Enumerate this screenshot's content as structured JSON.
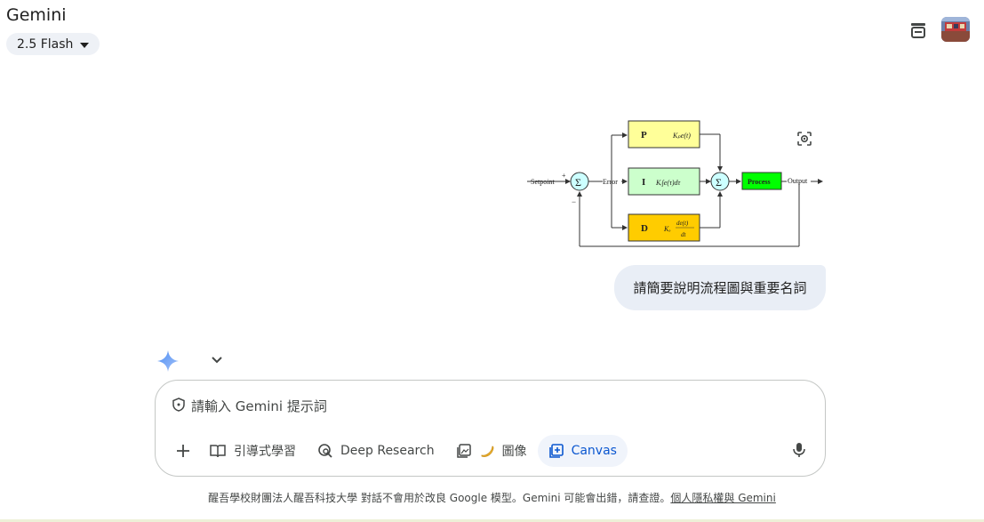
{
  "header": {
    "title": "Gemini",
    "model_label": "2.5 Flash",
    "icons": {
      "temp_chat": "temporary-chat-icon",
      "avatar": "user-avatar"
    }
  },
  "diagram": {
    "setpoint": "Setpoint",
    "plus_sign": "+",
    "minus_sign": "−",
    "sum_symbol": "Σ",
    "error": "Error",
    "p_label": "P",
    "p_formula": "Kₚe(t)",
    "i_label": "I",
    "i_formula": "Kᵢ∫e(τ)dτ",
    "d_label": "D",
    "d_formula_k": "Kₔ",
    "d_formula_num": "de(t)",
    "d_formula_den": "dt",
    "process": "Process",
    "output": "Output",
    "colors": {
      "p": "#ffff99",
      "i": "#ccffcc",
      "d": "#ffcc00",
      "process": "#00ff00",
      "sum": "#ccffff"
    }
  },
  "chat": {
    "user_message": "請簡要說明流程圖與重要名詞"
  },
  "composer": {
    "placeholder": "請輸入 Gemini 提示詞",
    "tools": {
      "guided": "引導式學習",
      "deep_research": "Deep Research",
      "image": "圖像",
      "canvas": "Canvas"
    }
  },
  "footer": {
    "text": "醒吾學校財團法人醒吾科技大學 對話不會用於改良 Google 模型。Gemini 可能會出錯，請查證。",
    "link": "個人隱私權與 Gemini"
  },
  "accent_color": "#0b57d0"
}
